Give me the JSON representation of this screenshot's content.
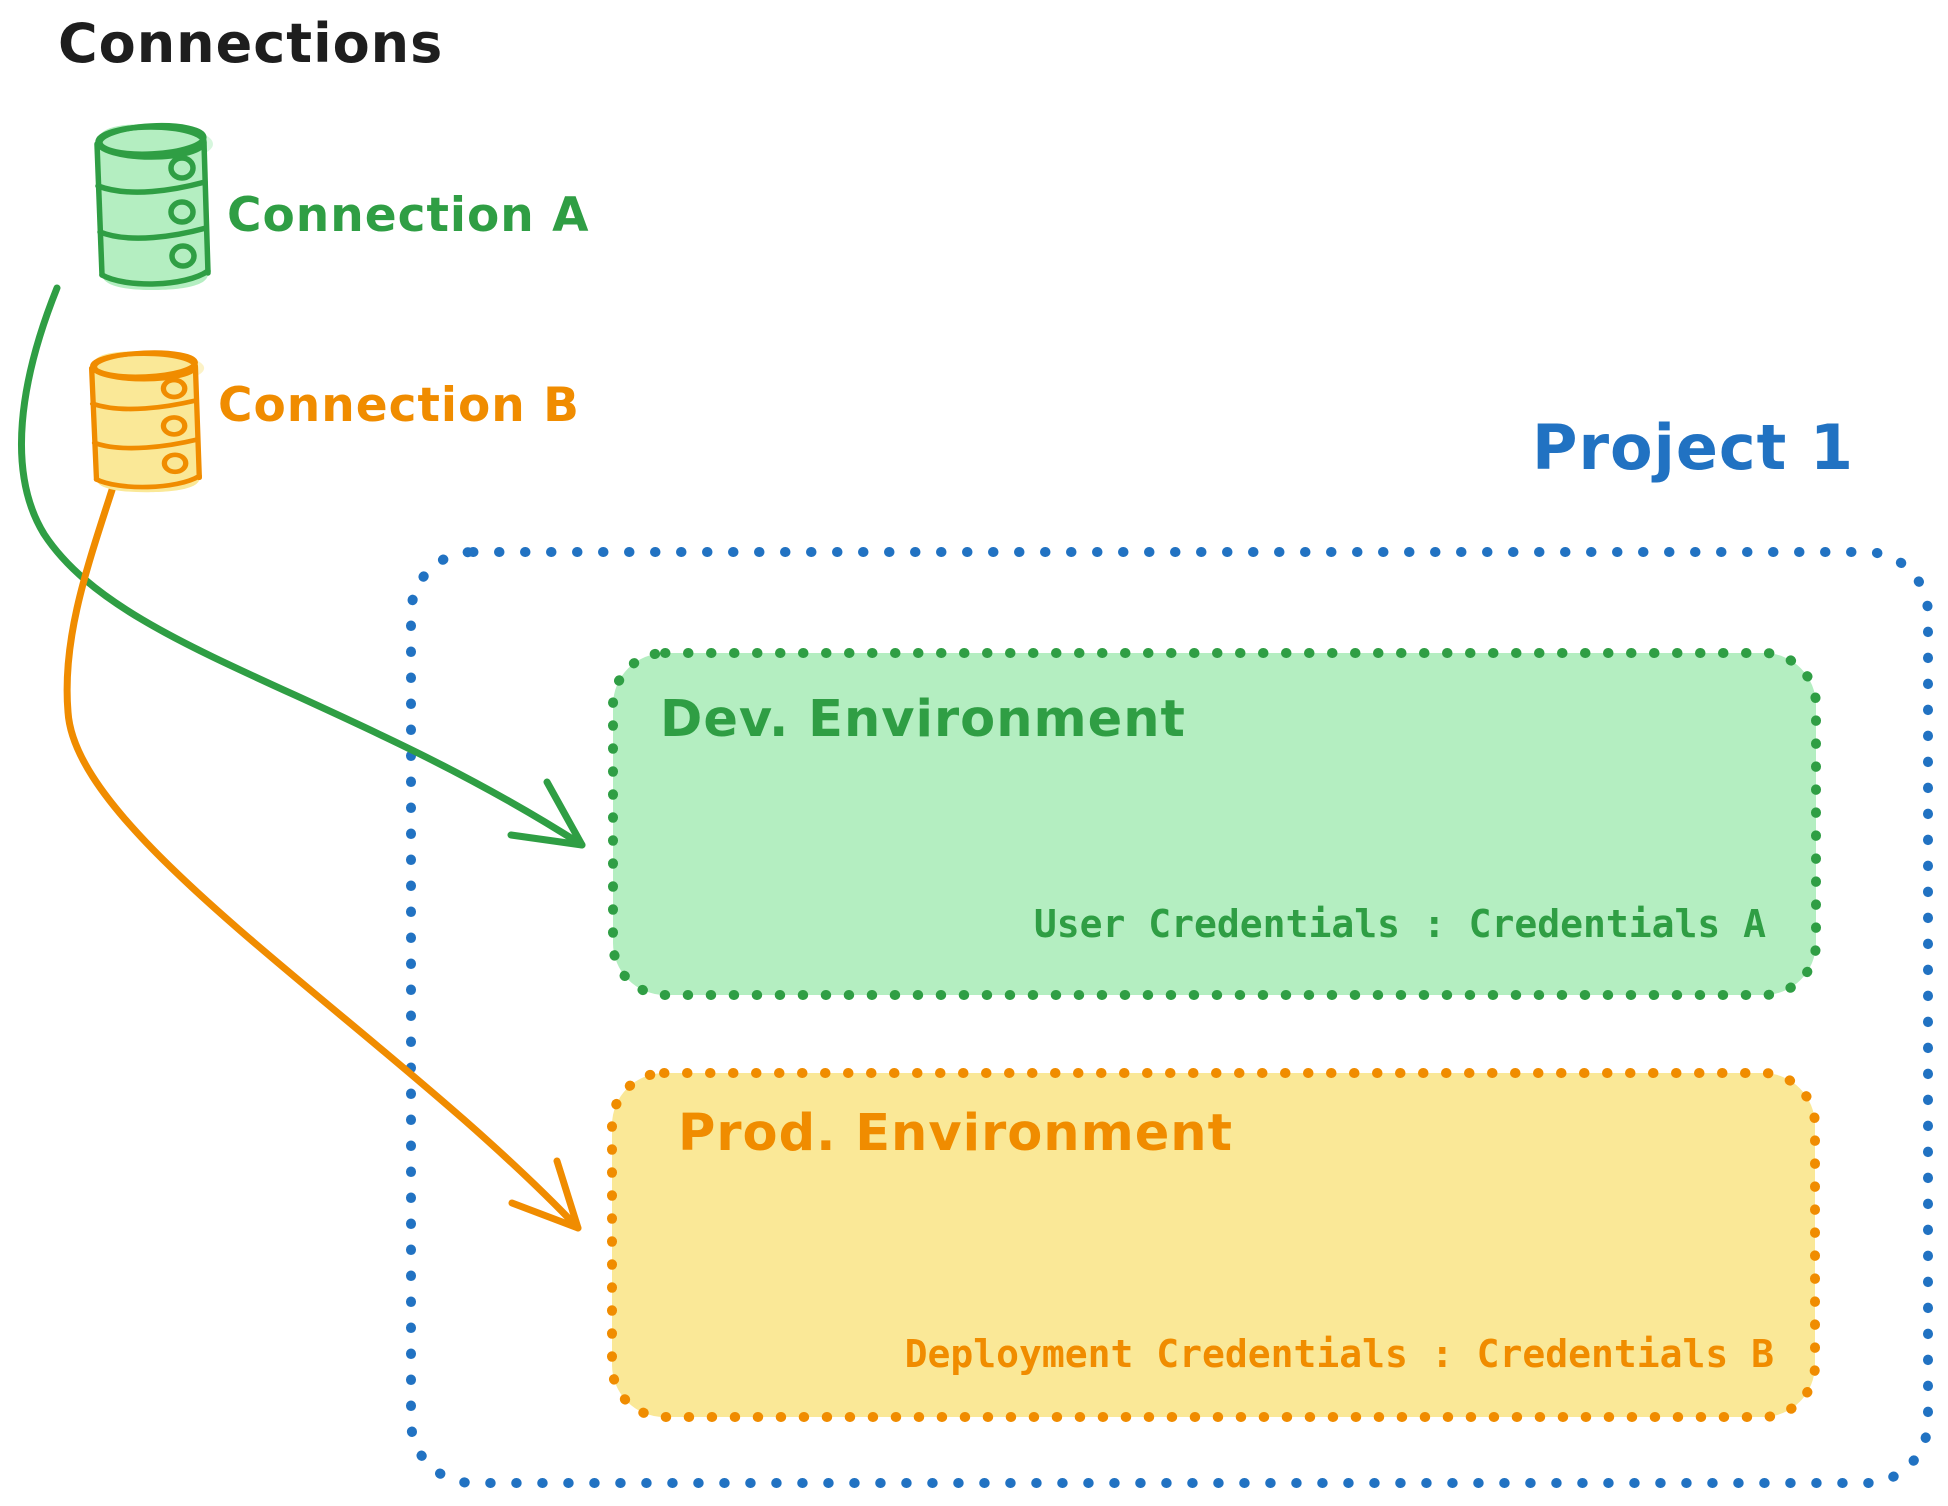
{
  "title": "Connections",
  "colors": {
    "ink": "#1e1e1e",
    "blue": "#2172c2",
    "green": "#2f9e44",
    "green_fill": "#b4eec1",
    "orange": "#f08c00",
    "orange_fill": "#fae897"
  },
  "connections": [
    {
      "id": "a",
      "label": "Connection A",
      "icon": "database-icon",
      "color": "#2f9e44"
    },
    {
      "id": "b",
      "label": "Connection B",
      "icon": "database-icon",
      "color": "#f08c00"
    }
  ],
  "project": {
    "label": "Project 1",
    "environments": [
      {
        "name": "Dev. Environment",
        "credentials": "User Credentials : Credentials A",
        "source_connection": "Connection A",
        "theme": "green"
      },
      {
        "name": "Prod. Environment",
        "credentials": "Deployment Credentials : Credentials B",
        "source_connection": "Connection B",
        "theme": "orange"
      }
    ]
  }
}
